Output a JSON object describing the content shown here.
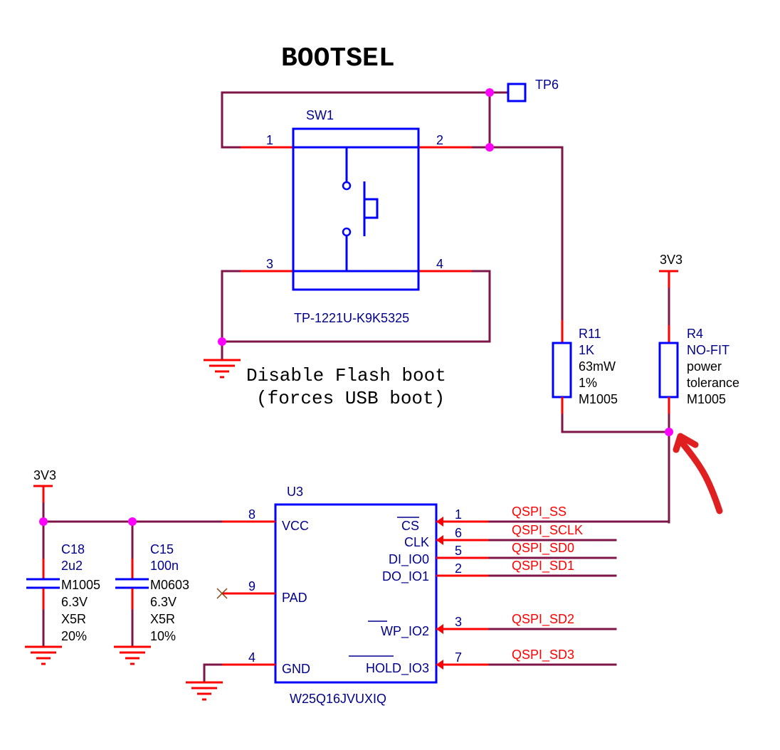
{
  "title": "BOOTSEL",
  "note": {
    "line1": "Disable Flash boot",
    "line2": "(forces USB boot)"
  },
  "colors": {
    "wire": "#7f1448",
    "pin": "#ff0000",
    "component": "#0000ff",
    "junction": "#ff00ff",
    "designator": "#00008b",
    "net_label": "#ff0000",
    "annotation_arrow": "#e02020"
  },
  "testpoint": {
    "designator": "TP6"
  },
  "switch": {
    "designator": "SW1",
    "part": "TP-1221U-K9K5325",
    "pins": [
      "1",
      "2",
      "3",
      "4"
    ]
  },
  "power": {
    "r4_rail": "3V3",
    "cap_rail": "3V3"
  },
  "resistors": [
    {
      "designator": "R11",
      "value": "1K",
      "lines": [
        "63mW",
        "1%",
        "M1005"
      ]
    },
    {
      "designator": "R4",
      "value": "NO-FIT",
      "lines": [
        "power",
        "tolerance",
        "M1005"
      ]
    }
  ],
  "capacitors": [
    {
      "designator": "C18",
      "value": "2u2",
      "lines": [
        "M1005",
        "6.3V",
        "X5R",
        "20%"
      ]
    },
    {
      "designator": "C15",
      "value": "100n",
      "lines": [
        "M0603",
        "6.3V",
        "X5R",
        "10%"
      ]
    }
  ],
  "ic": {
    "designator": "U3",
    "part": "W25Q16JVUXIQ",
    "left_pins": [
      {
        "num": "8",
        "name": "VCC"
      },
      {
        "num": "9",
        "name": "PAD"
      },
      {
        "num": "4",
        "name": "GND"
      }
    ],
    "right_pins": [
      {
        "num": "1",
        "name": "CS",
        "overbar": "CS",
        "net": "QSPI_SS"
      },
      {
        "num": "6",
        "name": "CLK",
        "net": "QSPI_SCLK"
      },
      {
        "num": "5",
        "name": "DI_IO0",
        "net": "QSPI_SD0"
      },
      {
        "num": "2",
        "name": "DO_IO1",
        "net": "QSPI_SD1"
      },
      {
        "num": "3",
        "name": "WP_IO2",
        "overbar": "WP",
        "net": "QSPI_SD2"
      },
      {
        "num": "7",
        "name": "HOLD_IO3",
        "overbar": "HOLD",
        "net": "QSPI_SD3"
      }
    ]
  }
}
